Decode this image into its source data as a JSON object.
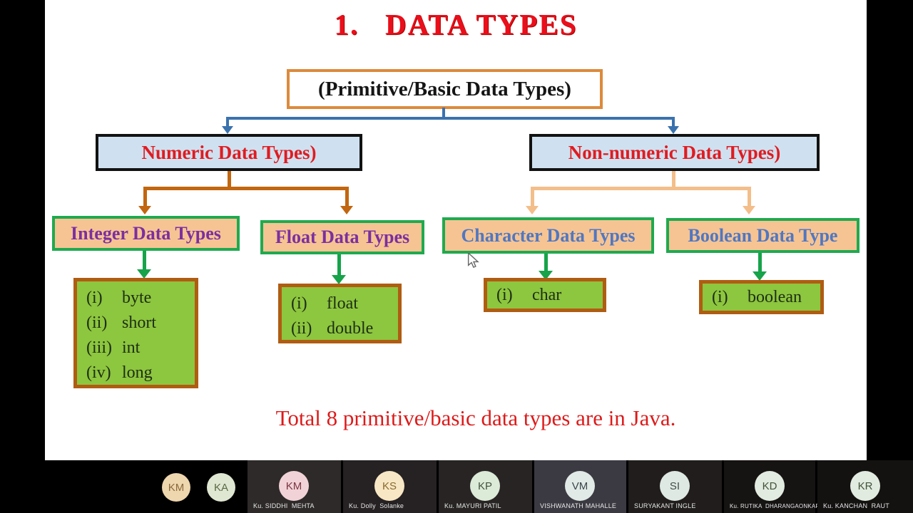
{
  "slide": {
    "title": "1.   DATA TYPES",
    "root": "(Primitive/Basic Data Types)",
    "numeric": "Numeric Data Types)",
    "non_numeric": "Non-numeric Data Types)",
    "integer": "Integer Data Types",
    "float": "Float Data Types",
    "character": "Character Data Types",
    "boolean": "Boolean Data Type",
    "integer_items": [
      {
        "num": "(i)",
        "name": "byte"
      },
      {
        "num": "(ii)",
        "name": "short"
      },
      {
        "num": "(iii)",
        "name": "int"
      },
      {
        "num": "(iv)",
        "name": "long"
      }
    ],
    "float_items": [
      {
        "num": "(i)",
        "name": "float"
      },
      {
        "num": "(ii)",
        "name": "double"
      }
    ],
    "character_items": [
      {
        "num": "(i)",
        "name": "char"
      }
    ],
    "boolean_items": [
      {
        "num": "(i)",
        "name": "boolean"
      }
    ],
    "footer": "Total 8 primitive/basic data types are in Java."
  },
  "participants": [
    {
      "initials": "KM",
      "name": "",
      "avatar_bg": "#eed6ae",
      "avatar_fg": "#8a6a3c",
      "tile_bg": "#000000"
    },
    {
      "initials": "KA",
      "name": "",
      "avatar_bg": "#dfe7d2",
      "avatar_fg": "#5a6a44",
      "tile_bg": "#000000"
    },
    {
      "initials": "KM",
      "name": "Ku. SIDDHI  MEHTA",
      "avatar_bg": "#f1d3d7",
      "avatar_fg": "#7c3642",
      "tile_bg": "#2e2a2a"
    },
    {
      "initials": "KS",
      "name": "Ku. Dolly  Solanke",
      "avatar_bg": "#f7e7c4",
      "avatar_fg": "#8a6a30",
      "tile_bg": "#262122"
    },
    {
      "initials": "KP",
      "name": "Ku. MAYURI PATIL",
      "avatar_bg": "#dcead8",
      "avatar_fg": "#44543e",
      "tile_bg": "#282424"
    },
    {
      "initials": "VM",
      "name": "VISHWANATH MAHALLE",
      "avatar_bg": "#e1eae6",
      "avatar_fg": "#3c464a",
      "tile_bg": "#3b3a42"
    },
    {
      "initials": "SI",
      "name": "SURYAKANT INGLE",
      "avatar_bg": "#dfe9e3",
      "avatar_fg": "#404f48",
      "tile_bg": "#211d1d"
    },
    {
      "initials": "KD",
      "name": "Ku. RUTIKA  DHARANGAONKAR",
      "avatar_bg": "#e2ebdf",
      "avatar_fg": "#42523c",
      "tile_bg": "#161313"
    },
    {
      "initials": "KR",
      "name": "Ku. KANCHAN  RAUT",
      "avatar_bg": "#e2ebdf",
      "avatar_fg": "#42523c",
      "tile_bg": "#141111"
    }
  ],
  "colors": {
    "title_red": "#e90f1b",
    "level2_bg": "#cfe1f0",
    "peach_node_bg": "#f6c493",
    "leaf_green_bg": "#8dc63f",
    "leaf_border_brown": "#b05c12",
    "node_green_border": "#1faa4f",
    "root_border_orange": "#dd8a3c",
    "purple_text": "#7b2fa0",
    "steel_blue_text": "#5077c2",
    "blue_connector": "#3a72ae",
    "orange_connector": "#c2660f",
    "peach_connector": "#f3be8a",
    "green_arrow": "#17a34a",
    "footer_red": "#dd1a1a"
  }
}
